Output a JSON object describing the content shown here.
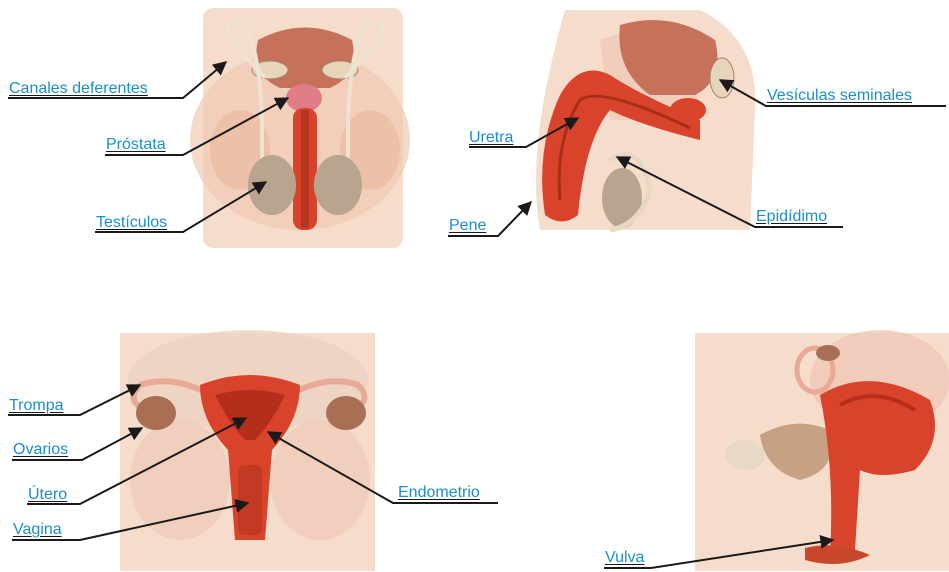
{
  "colors": {
    "label_text": "#1a8fd0",
    "leader_line": "#1a1a1a",
    "skin": "#f3d2bd",
    "tissue_red": "#d9432c",
    "gland_pink": "#e8b3a3",
    "testis": "#b9a58f",
    "ovary": "#a86f55"
  },
  "male_front": {
    "canales_deferentes": "Canales deferentes",
    "prostata": "Próstata",
    "testiculos": "Testículos"
  },
  "male_side": {
    "uretra": "Uretra",
    "pene": "Pene",
    "vesiculas_seminales": "Vesículas seminales",
    "epididimo": "Epidídimo"
  },
  "female_front": {
    "trompa": "Trompa",
    "ovarios": "Ovarios",
    "utero": "Útero",
    "vagina": "Vagina",
    "endometrio": "Endometrio"
  },
  "female_side": {
    "vulva": "Vulva"
  }
}
